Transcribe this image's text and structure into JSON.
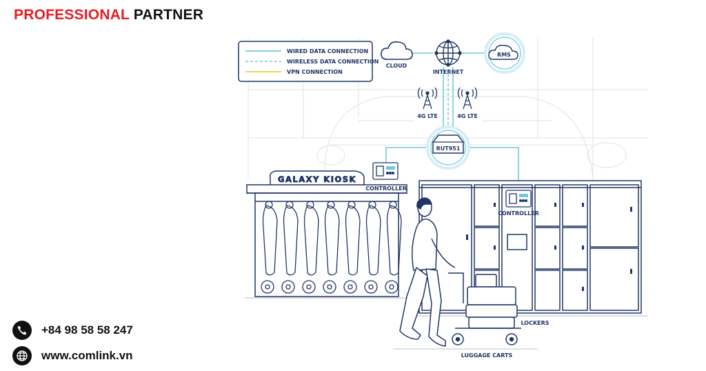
{
  "brand": {
    "word1": "PROFESSIONAL",
    "word2": "PARTNER"
  },
  "legend": {
    "wired": "WIRED DATA CONNECTION",
    "wireless": "WIRELESS DATA CONNECTION",
    "vpn": "VPN CONNECTION"
  },
  "nodes": {
    "cloud": "CLOUD",
    "internet": "INTERNET",
    "rms": "RMS",
    "lte_left": "4G LTE",
    "lte_right": "4G LTE",
    "router": "RUT951",
    "kiosk_sign": "GALAXY KIOSK",
    "controller_kiosk": "CONTROLLER",
    "controller_locker": "CONTROLLER",
    "lockers": "LOCKERS",
    "carts": "LUGGAGE CARTS"
  },
  "contact": {
    "phone": "+84 98 58 58 247",
    "website": "www.comlink.vn"
  },
  "colors": {
    "brand_red": "#e31e24",
    "navy": "#1f3565",
    "cyan": "#6fc9dc",
    "yellow": "#e8d33a"
  },
  "icons": {
    "phone": "phone-icon",
    "web": "globe-icon"
  }
}
